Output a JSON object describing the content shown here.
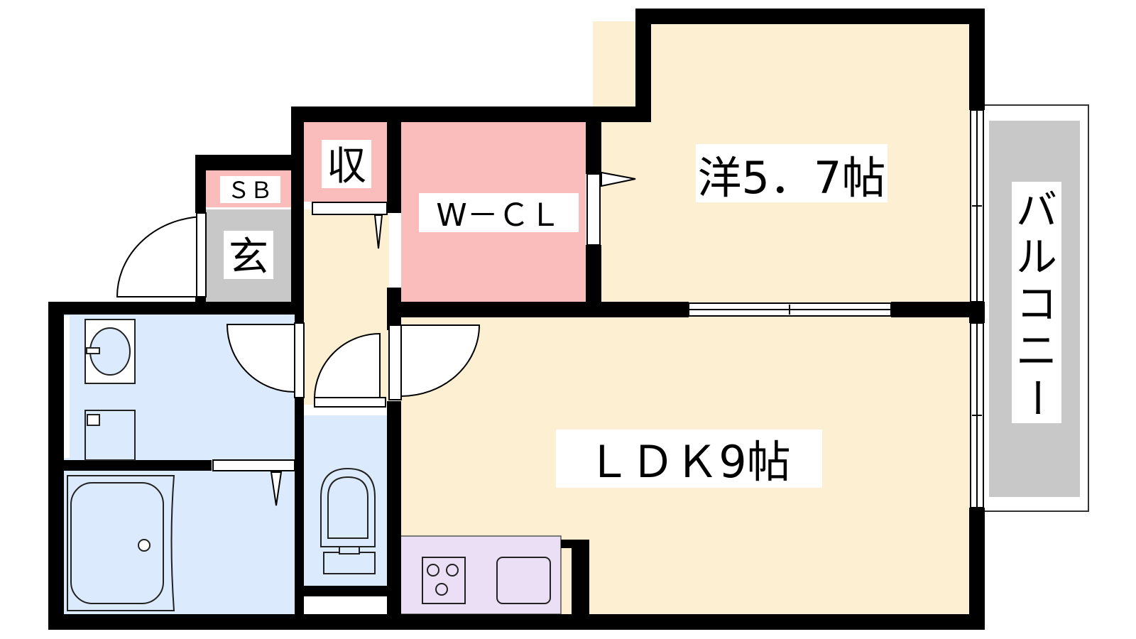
{
  "floorplan": {
    "rooms": {
      "western": "洋5．7帖",
      "ldk": "ＬＤＫ9帖",
      "walk_in_closet": "W－ＣＬ",
      "storage": "収",
      "shoe_box": "ＳＢ",
      "entrance": "玄",
      "balcony_chars": [
        "バ",
        "ル",
        "コ",
        "ニ",
        "ー"
      ]
    },
    "colors": {
      "wall": "#000000",
      "living_floor": "#fdf0d2",
      "closet": "#fbbcbc",
      "wet_area": "#dbeafc",
      "kitchen": "#eadff5",
      "entrance": "#c8c8c8",
      "balcony": "#c8c8c8"
    }
  }
}
